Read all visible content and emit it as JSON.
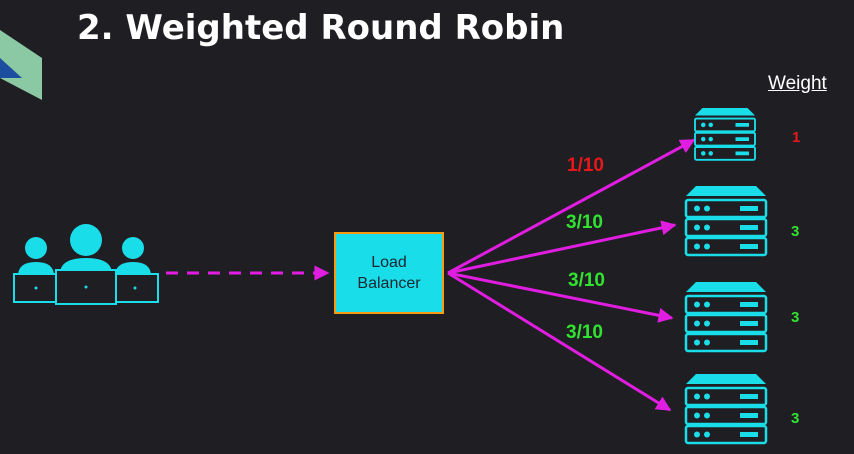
{
  "title": "2. Weighted Round Robin",
  "weight_header": "Weight",
  "load_balancer": {
    "line1": "Load",
    "line2": "Balancer"
  },
  "servers": [
    {
      "fraction": "1/10",
      "fraction_color": "#e8171b",
      "weight": "1",
      "weight_color": "#e8171b"
    },
    {
      "fraction": "3/10",
      "fraction_color": "#31e231",
      "weight": "3",
      "weight_color": "#31e231"
    },
    {
      "fraction": "3/10",
      "fraction_color": "#31e231",
      "weight": "3",
      "weight_color": "#31e231"
    },
    {
      "fraction": "3/10",
      "fraction_color": "#31e231",
      "weight": "3",
      "weight_color": "#31e231"
    }
  ],
  "colors": {
    "background": "#1f1f23",
    "accent": "#19dde9",
    "arrow": "#e11de1",
    "box_border": "#f59a12"
  },
  "icons": {
    "clients": "users-with-laptops-icon",
    "server": "server-rack-icon"
  }
}
